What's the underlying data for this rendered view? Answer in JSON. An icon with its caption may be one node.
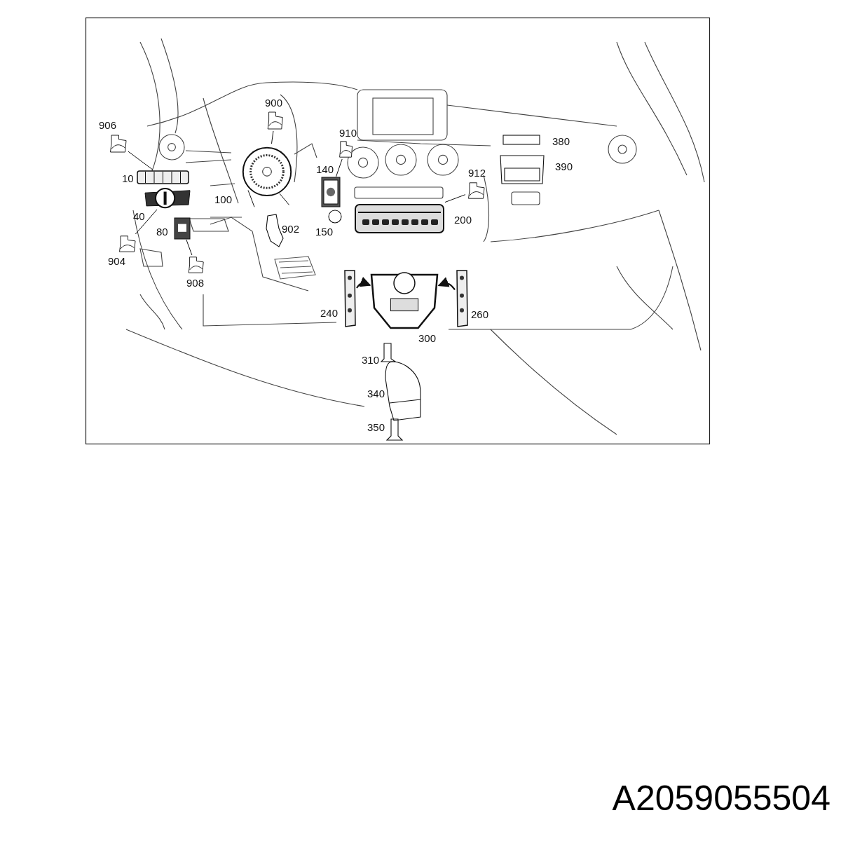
{
  "diagram": {
    "title": "A2059055504",
    "nodes": [
      {
        "text": [],
        "shape": "picture",
        "beside": [
          "906"
        ]
      },
      {
        "text": [],
        "shape": "picture",
        "beside": [
          "10"
        ]
      },
      {
        "text": [],
        "shape": "picture",
        "beside": [
          "900"
        ]
      },
      {
        "text": [],
        "shape": "picture",
        "beside": [
          "100"
        ]
      },
      {
        "text": [],
        "shape": "picture",
        "beside": [
          "904"
        ]
      },
      {
        "text": [],
        "shape": "picture",
        "beside": [
          "40"
        ]
      },
      {
        "text": [],
        "shape": "picture",
        "beside": [
          "908"
        ]
      },
      {
        "text": [],
        "shape": "picture",
        "beside": [
          "80"
        ]
      },
      {
        "text": [],
        "shape": "picture",
        "beside": [
          "910"
        ]
      },
      {
        "text": [],
        "shape": "picture",
        "beside": [
          "140"
        ]
      },
      {
        "text": [],
        "shape": "picture",
        "beside": [
          "912"
        ]
      },
      {
        "text": [],
        "shape": "picture",
        "beside": [
          "200"
        ]
      },
      {
        "text": [],
        "shape": "picture",
        "beside": [
          "240"
        ]
      },
      {
        "text": [],
        "shape": "picture",
        "beside": [
          "300"
        ]
      },
      {
        "text": [],
        "shape": "picture",
        "beside": [
          "260"
        ]
      }
    ],
    "edges": [
      {
        "from": 0,
        "to": 1,
        "arrow": "none"
      },
      {
        "from": 2,
        "to": 3,
        "arrow": "none"
      },
      {
        "from": 4,
        "to": 5,
        "arrow": "none"
      },
      {
        "from": 6,
        "to": 7,
        "arrow": "none"
      },
      {
        "from": 8,
        "to": 9,
        "arrow": "none"
      },
      {
        "from": 10,
        "to": 11,
        "arrow": "none"
      },
      {
        "from": 12,
        "to": 13,
        "arrow": "to"
      },
      {
        "from": 14,
        "to": 13,
        "arrow": "to"
      }
    ],
    "labels": [
      "380",
      "390",
      "150",
      "902",
      "310",
      "340",
      "350"
    ]
  }
}
